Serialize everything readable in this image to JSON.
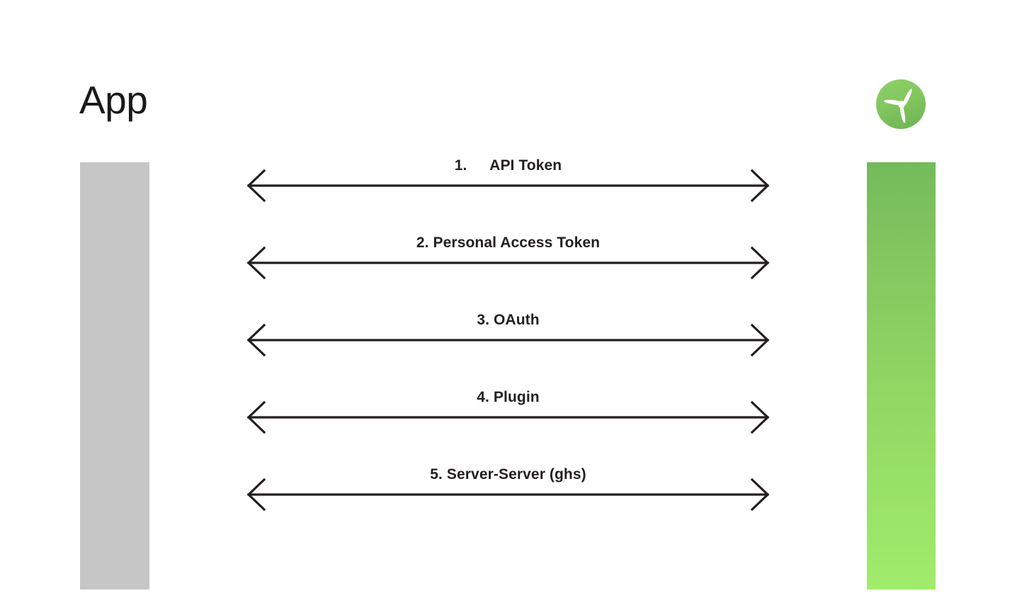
{
  "slide": {
    "background_color": "#ffffff",
    "title": "App"
  },
  "left_actor": {
    "name": "App",
    "lifeline_color": "#c6c6c6"
  },
  "right_actor": {
    "logo_icon": "propeller-logo-icon",
    "logo_circle_color_top": "#8bcc63",
    "logo_circle_color_bottom": "#79c05a",
    "logo_blade_color": "#ffffff",
    "lifeline_color_top": "#74bb5c",
    "lifeline_color_bottom": "#a0ec6b"
  },
  "arrows": [
    {
      "label": "1.  API Token",
      "number": "1",
      "text": "API Token",
      "direction": "bidirectional"
    },
    {
      "label": "2. Personal Access Token",
      "number": "2",
      "text": "Personal Access Token",
      "direction": "bidirectional"
    },
    {
      "label": "3. OAuth",
      "number": "3",
      "text": "OAuth",
      "direction": "bidirectional"
    },
    {
      "label": "4. Plugin",
      "number": "4",
      "text": "Plugin",
      "direction": "bidirectional"
    },
    {
      "label": "5. Server-Server (ghs)",
      "number": "5",
      "text": "Server-Server (ghs)",
      "direction": "bidirectional"
    }
  ],
  "arrow_style": {
    "line_color": "#231f20",
    "head_style": "open-chevron"
  }
}
